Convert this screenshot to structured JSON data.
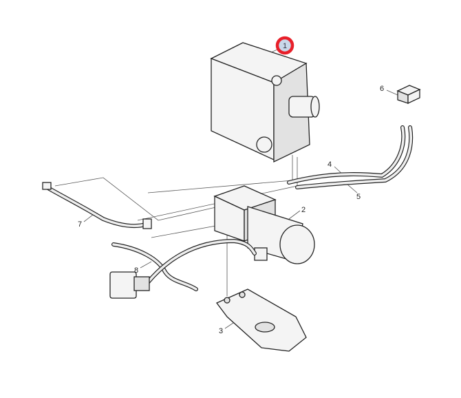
{
  "diagram": {
    "highlighted_callout": "1",
    "callouts": [
      {
        "id": "1",
        "label": "1"
      },
      {
        "id": "2",
        "label": "2"
      },
      {
        "id": "3",
        "label": "3"
      },
      {
        "id": "4",
        "label": "4"
      },
      {
        "id": "5",
        "label": "5"
      },
      {
        "id": "6",
        "label": "6"
      },
      {
        "id": "7",
        "label": "7"
      },
      {
        "id": "8",
        "label": "8"
      }
    ],
    "colors": {
      "highlight_ring": "#e8202a",
      "highlight_fill": "#c9d8ea",
      "line": "#222222"
    }
  }
}
